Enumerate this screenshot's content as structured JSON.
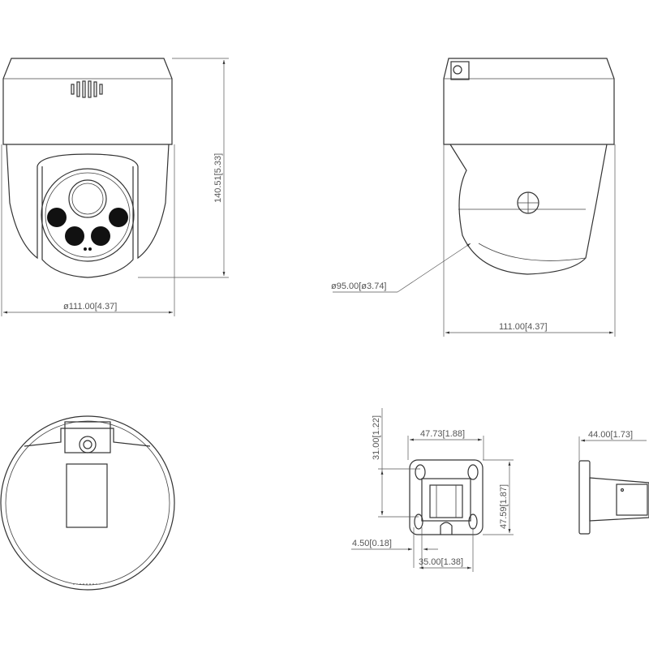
{
  "front_view": {
    "height_label": "140.51[5.33]",
    "diameter_label": "ø111.00[4.37]"
  },
  "side_view": {
    "diameter_label": "ø95.00[ø3.74]",
    "width_label": "111.00[4.37]"
  },
  "bracket_front": {
    "width_label": "47.73[1.88]",
    "height_label": "47.59[1.87]",
    "hole_spacing_v_label": "31.00[1.22]",
    "slot_label": "4.50[0.18]",
    "hole_spacing_h_label": "35.00[1.38]"
  },
  "bracket_side": {
    "depth_label": "44.00[1.73]"
  }
}
